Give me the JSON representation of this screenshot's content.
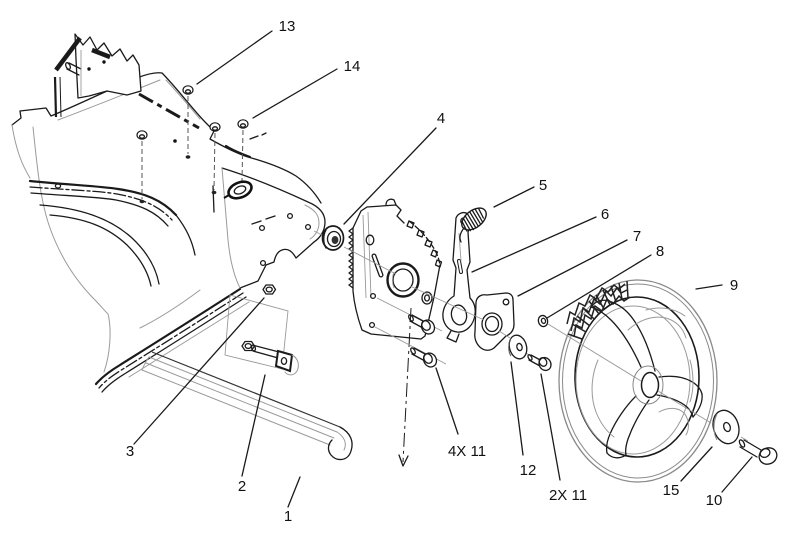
{
  "figure": {
    "type": "exploded-parts-diagram",
    "description": "Exploded parts diagram of a walk-behind mower rear housing, height adjuster plate and rear wheel assembly",
    "background_color": "#ffffff",
    "line_color": "#1a1a1a",
    "construction_line_color": "#999999"
  },
  "callouts": [
    {
      "id": "13",
      "label": "13"
    },
    {
      "id": "14",
      "label": "14"
    },
    {
      "id": "4",
      "label": "4"
    },
    {
      "id": "5",
      "label": "5"
    },
    {
      "id": "6",
      "label": "6"
    },
    {
      "id": "7",
      "label": "7"
    },
    {
      "id": "8",
      "label": "8"
    },
    {
      "id": "9",
      "label": "9"
    },
    {
      "id": "3",
      "label": "3"
    },
    {
      "id": "2",
      "label": "2"
    },
    {
      "id": "1",
      "label": "1"
    },
    {
      "id": "4X11",
      "label": "4X 11"
    },
    {
      "id": "12",
      "label": "12"
    },
    {
      "id": "2X11",
      "label": "2X 11"
    },
    {
      "id": "15",
      "label": "15"
    },
    {
      "id": "10",
      "label": "10"
    }
  ]
}
